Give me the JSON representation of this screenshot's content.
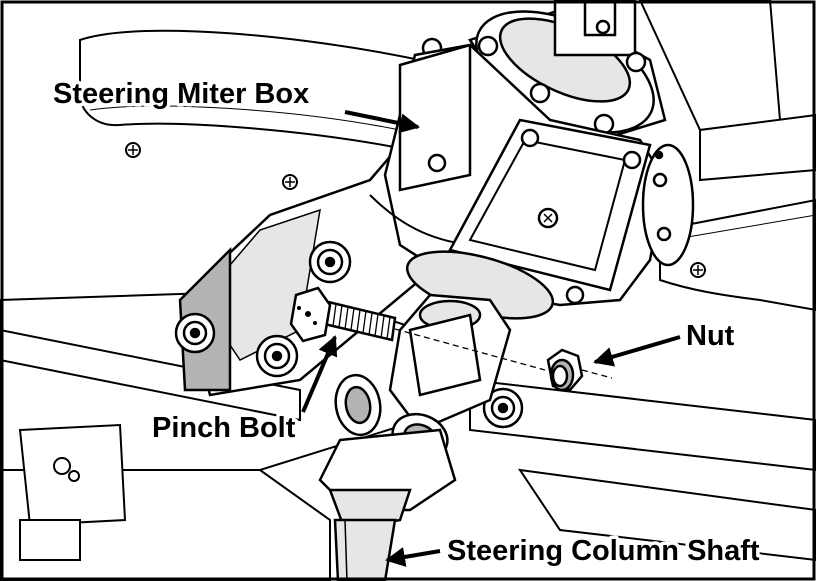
{
  "callouts": {
    "miter_box": "Steering Miter Box",
    "pinch_bolt": "Pinch Bolt",
    "nut": "Nut",
    "column_shaft": "Steering Column Shaft"
  },
  "colors": {
    "line": "#000000",
    "part_fill": "#ffffff",
    "shade": "#e6e6e6",
    "dark_shade": "#b4b4b4"
  }
}
